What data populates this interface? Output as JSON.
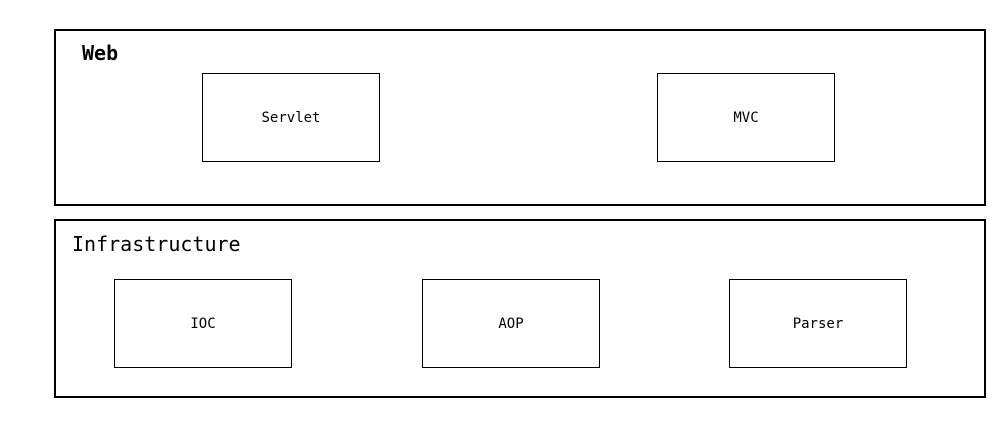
{
  "diagram": {
    "layers": [
      {
        "title": "Web",
        "modules": [
          "Servlet",
          "MVC"
        ]
      },
      {
        "title": "Infrastructure",
        "modules": [
          "IOC",
          "AOP",
          "Parser"
        ]
      }
    ]
  },
  "colors": {
    "stroke": "#000000",
    "background": "#ffffff",
    "text": "#000000"
  }
}
